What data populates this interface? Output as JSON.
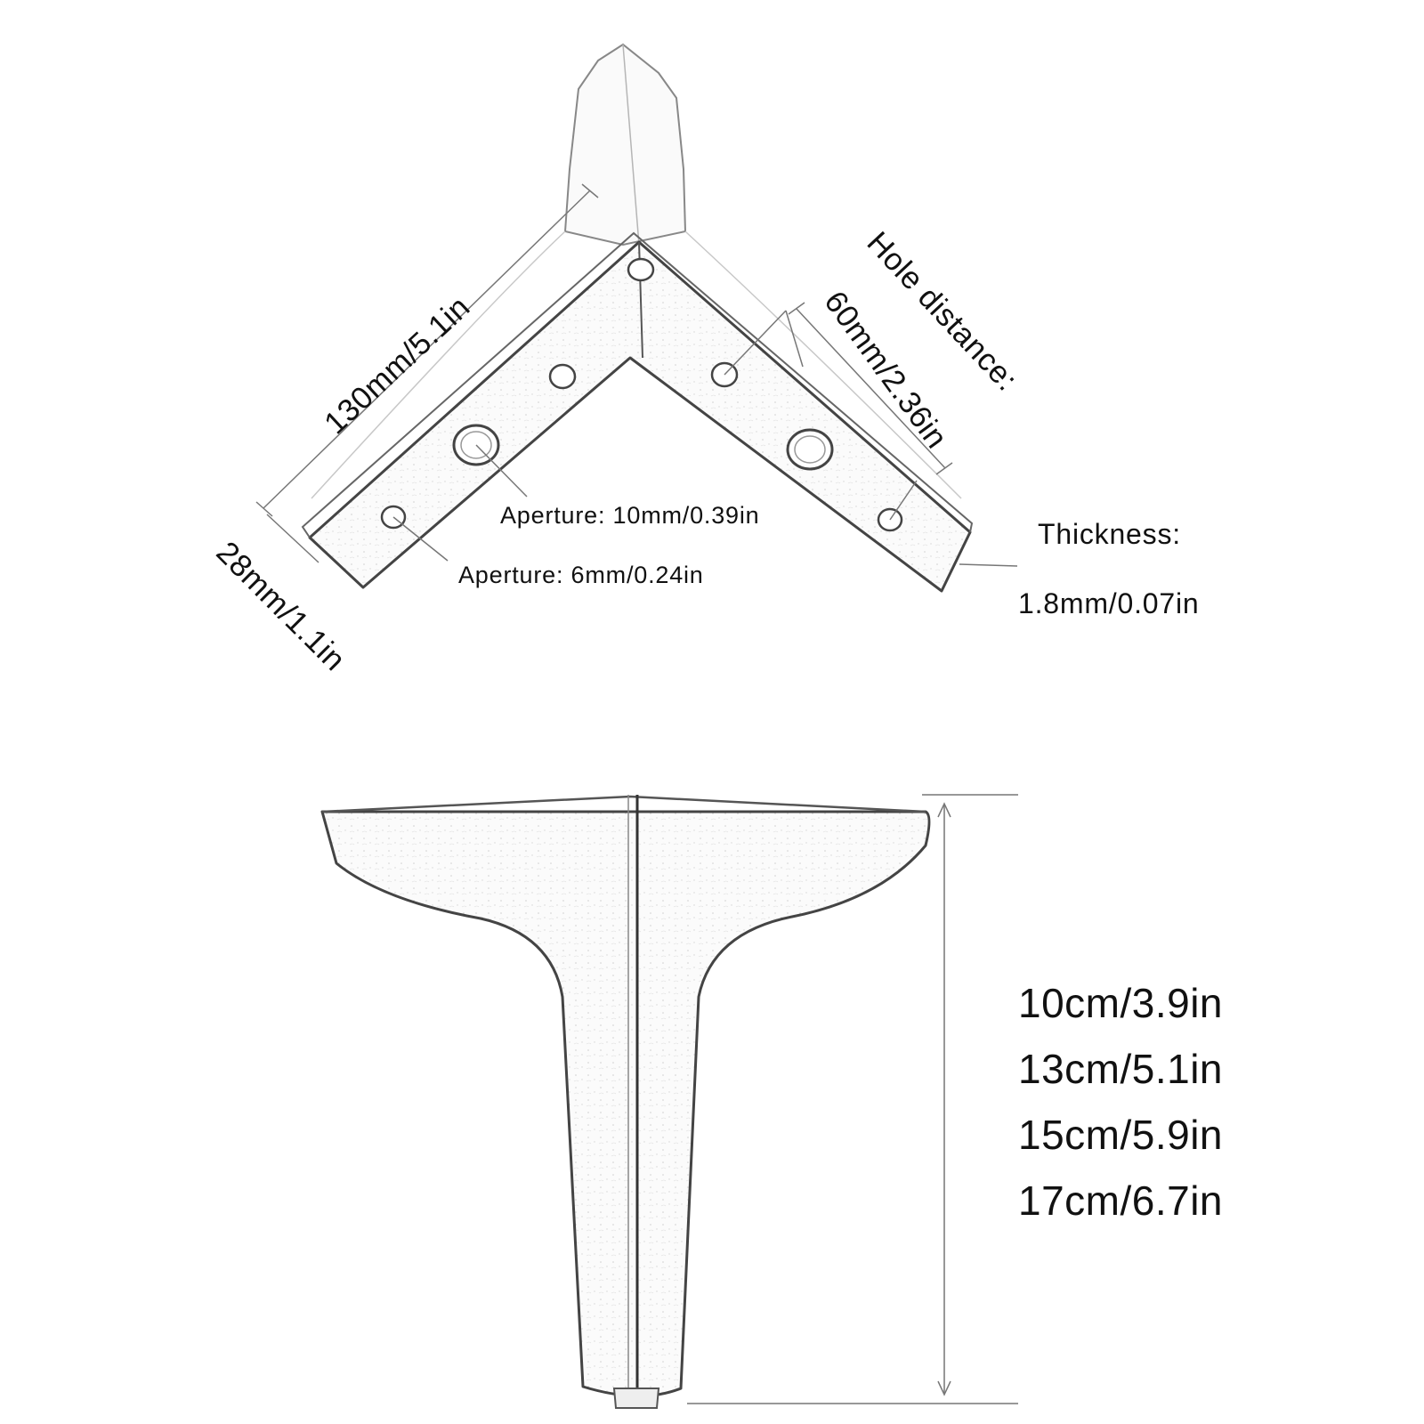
{
  "top_view": {
    "length_label": "130mm/5.1in",
    "width_label": "28mm/1.1in",
    "hole_distance_title": "Hole distance:",
    "hole_distance_value": "60mm/2.36in",
    "large_aperture_label": "Aperture: 10mm/0.39in",
    "small_aperture_label": "Aperture: 6mm/0.24in",
    "thickness_title": "Thickness:",
    "thickness_value": "1.8mm/0.07in"
  },
  "side_view": {
    "height_options": [
      "10cm/3.9in",
      "13cm/5.1in",
      "15cm/5.9in",
      "17cm/6.7in"
    ]
  }
}
